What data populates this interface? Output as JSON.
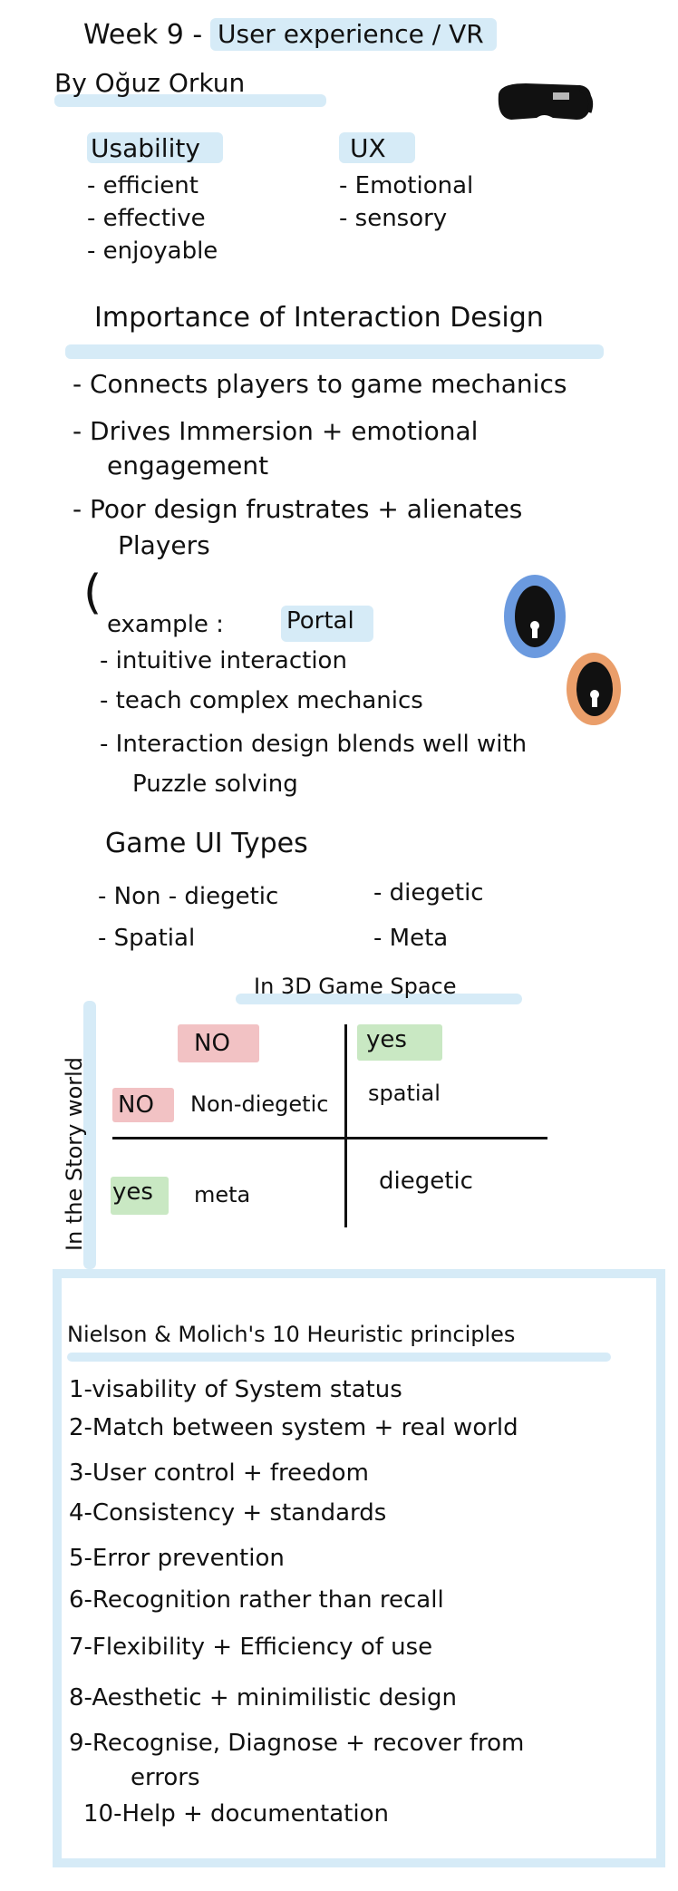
{
  "header": {
    "title_prefix": "Week 9 -",
    "title_highlight": "User experience / VR",
    "author": "By Oğuz Orkun"
  },
  "usability": {
    "heading": "Usability",
    "items": [
      "- efficient",
      "- effective",
      "- enjoyable"
    ]
  },
  "ux": {
    "heading": "UX",
    "items": [
      "- Emotional",
      "- sensory"
    ]
  },
  "importance": {
    "heading": "Importance of Interaction Design",
    "items": [
      "- Connects players to game mechanics",
      "- Drives Immersion + emotional",
      "engagement",
      "- Poor design frustrates + alienates",
      "Players"
    ]
  },
  "example": {
    "label": "example :",
    "highlight": "Portal",
    "items": [
      "- intuitive interaction",
      "- teach complex mechanics",
      "- Interaction design blends well with",
      "Puzzle solving"
    ]
  },
  "ui_types": {
    "heading": "Game UI Types",
    "items": [
      "- Non - diegetic",
      "- diegetic",
      "- Spatial",
      "- Meta"
    ]
  },
  "matrix": {
    "top_axis": "In 3D Game Space",
    "side_axis": "In the Story world",
    "col_no": "NO",
    "col_yes": "yes",
    "row_no": "NO",
    "row_yes": "yes",
    "cell_no_no": "Non-diegetic",
    "cell_no_yes": "spatial",
    "cell_yes_no": "meta",
    "cell_yes_yes": "diegetic"
  },
  "heuristics": {
    "heading": "Nielson & Molich's 10 Heuristic principles",
    "items": [
      "1-visability of System status",
      "2-Match between system + real world",
      "3-User control + freedom",
      "4-Consistency + standards",
      "5-Error prevention",
      "6-Recognition rather than recall",
      "7-Flexibility + Efficiency of use",
      "8-Aesthetic + minimilistic design",
      "9-Recognise, Diagnose + recover from",
      "errors",
      "10-Help + documentation"
    ]
  },
  "colors": {
    "highlight_blue": "#d6ebf7",
    "highlight_red": "#f2c2c4",
    "highlight_green": "#c9e8c3",
    "portal_blue": "#5b8fdc",
    "portal_orange": "#e8935a"
  }
}
